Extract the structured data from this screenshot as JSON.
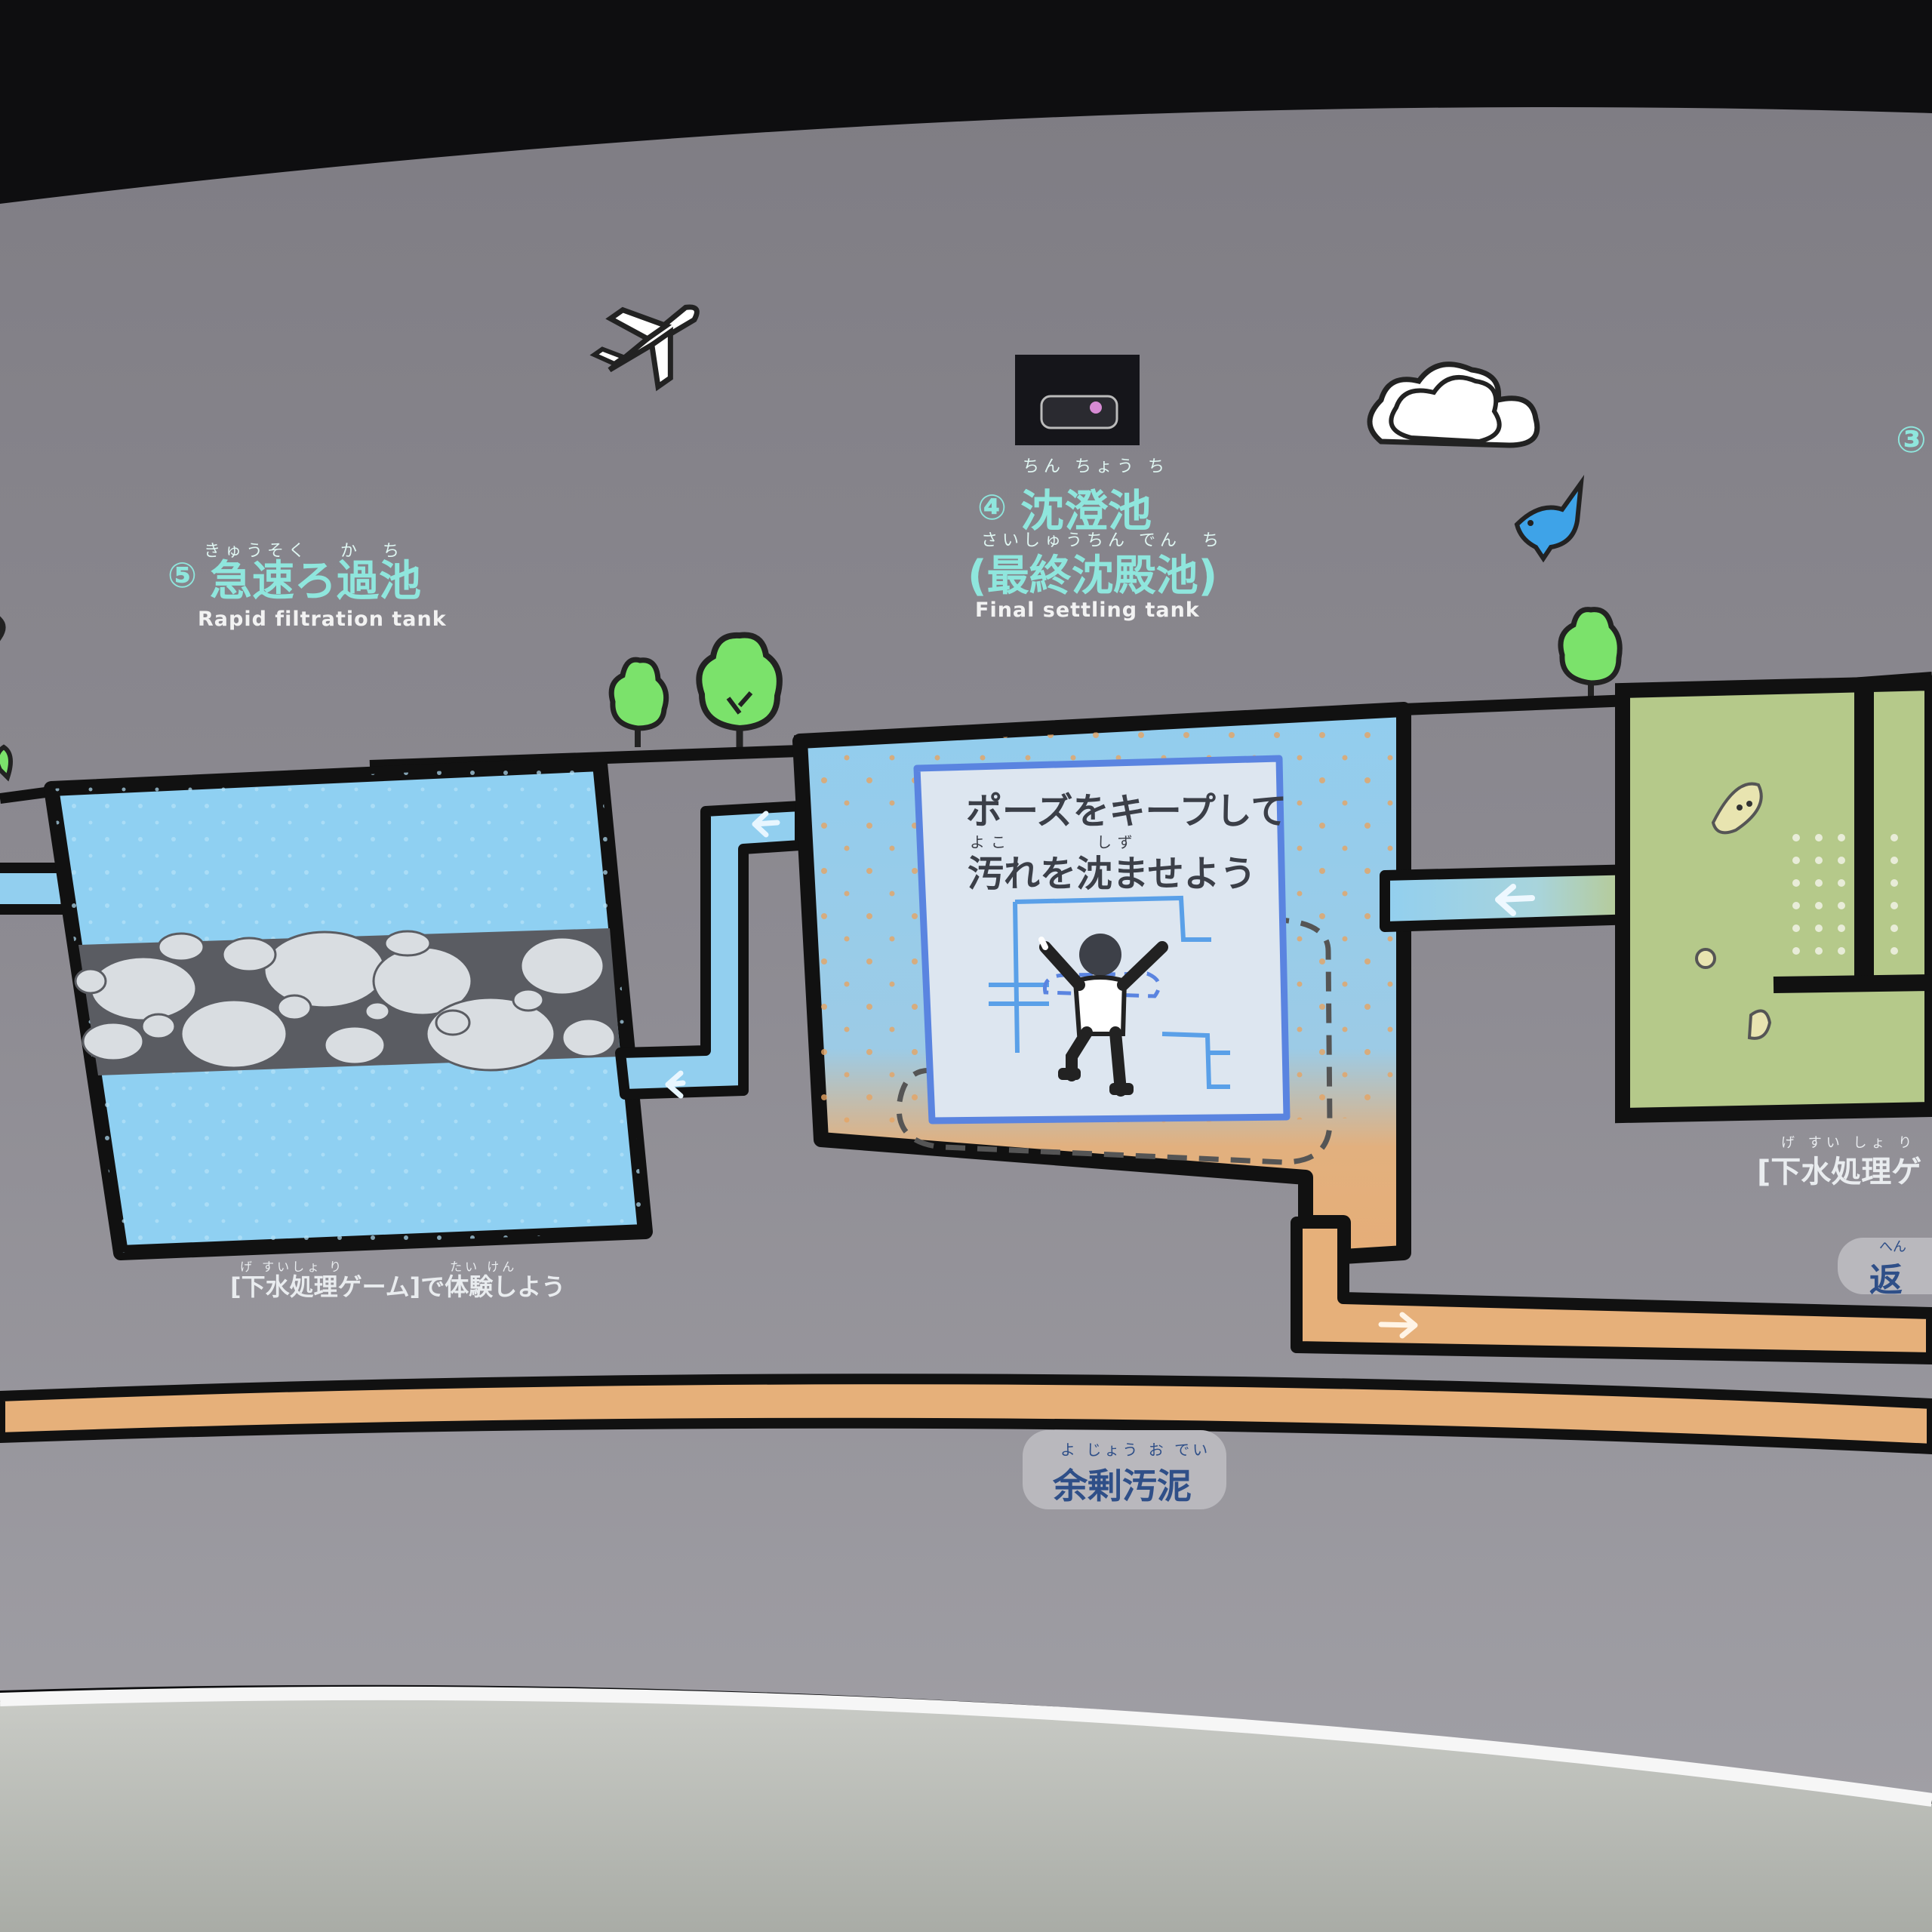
{
  "tanks": {
    "rapid_filtration": {
      "number": "⑤",
      "title": "急速ろ過池",
      "ruby": "きゅうそく　 か　ち",
      "english": "Rapid filtration tank"
    },
    "final_settling": {
      "number": "④",
      "title": "沈澄池",
      "ruby": "ちん ちょう ち",
      "title2": "(最終沈殿池)",
      "ruby2": "さいしゅうちん でん　ち",
      "english": "Final settling tank"
    },
    "next_number": "③"
  },
  "game_panel": {
    "line1": "ポーズをキープして",
    "ruby": "よこ　　　　しず",
    "line2": "汚れを沈ませよう"
  },
  "notes": {
    "left": "[下水処理ゲーム]で体験しよう",
    "left_ruby": "げ すいしょ り　　　　　　　たい けん",
    "right": "[下水処理ゲ",
    "right_ruby": "げ すい しょ り",
    "right_pill": "返",
    "right_pill_ruby": "へん"
  },
  "sludge": {
    "label": "余剰汚泥",
    "ruby": "よ じょう お でい"
  },
  "colors": {
    "wall": "#8d8b92",
    "water": "#8fd0f2",
    "sludge": "#e6b07a",
    "aeration": "#b5c98a",
    "label_teal": "#8fe6dd",
    "tree": "#7be26b"
  },
  "icons": [
    "airplane-icon",
    "cloud-icon",
    "bird-icon",
    "tree-icon",
    "camera-sensor-icon",
    "person-pose-icon",
    "arrow-left-icon",
    "arrow-right-icon",
    "microbe-icon"
  ]
}
